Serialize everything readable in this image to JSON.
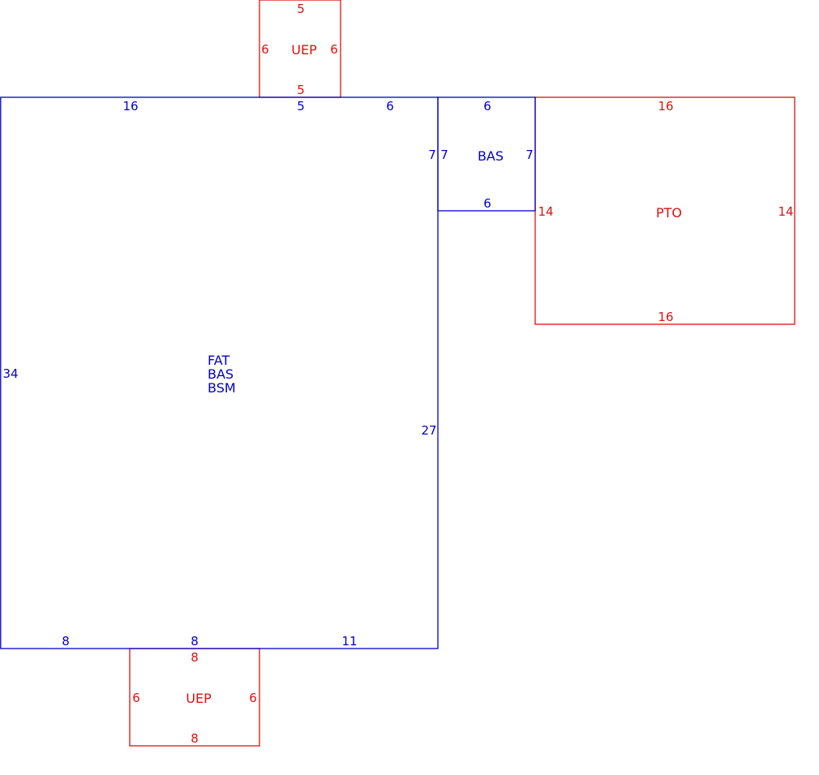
{
  "colors": {
    "living": "#0000cc",
    "other": "#dd1111"
  },
  "areas": {
    "main": {
      "codes": [
        "FAT",
        "BAS",
        "BSM"
      ],
      "dims": {
        "top_a": "16",
        "top_b": "5",
        "top_c": "6",
        "left": "34",
        "right": "27",
        "right_short": "7",
        "bottom_a": "8",
        "bottom_b": "8",
        "bottom_c": "11"
      }
    },
    "bas_small": {
      "code": "BAS",
      "dims": {
        "top": "6",
        "bottom": "6",
        "left": "7",
        "right": "7"
      }
    },
    "uep_top": {
      "code": "UEP",
      "dims": {
        "top": "5",
        "bottom": "5",
        "left": "6",
        "right": "6"
      }
    },
    "uep_bottom": {
      "code": "UEP",
      "dims": {
        "top": "8",
        "bottom": "8",
        "left": "6",
        "right": "6"
      }
    },
    "pto": {
      "code": "PTO",
      "dims": {
        "top": "16",
        "bottom": "16",
        "left": "14",
        "right": "14"
      }
    }
  }
}
